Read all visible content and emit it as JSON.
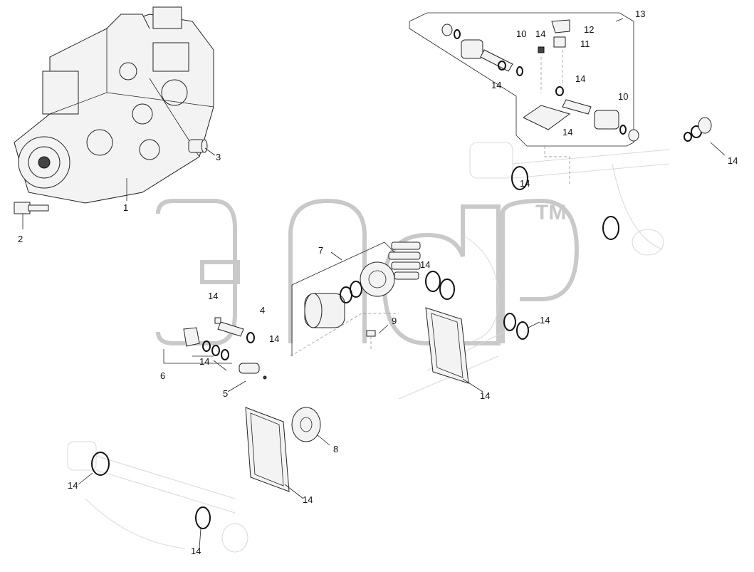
{
  "watermark": {
    "mark": "TM"
  },
  "callouts": [
    {
      "id": "c1",
      "text": "1"
    },
    {
      "id": "c2",
      "text": "2"
    },
    {
      "id": "c3",
      "text": "3"
    },
    {
      "id": "c4",
      "text": "4"
    },
    {
      "id": "c5",
      "text": "5"
    },
    {
      "id": "c6",
      "text": "6"
    },
    {
      "id": "c7",
      "text": "7"
    },
    {
      "id": "c8",
      "text": "8"
    },
    {
      "id": "c9",
      "text": "9"
    },
    {
      "id": "c10a",
      "text": "10"
    },
    {
      "id": "c10b",
      "text": "10"
    },
    {
      "id": "c11",
      "text": "11"
    },
    {
      "id": "c12",
      "text": "12"
    },
    {
      "id": "c13",
      "text": "13"
    },
    {
      "id": "c14a",
      "text": "14"
    },
    {
      "id": "c14b",
      "text": "14"
    },
    {
      "id": "c14c",
      "text": "14"
    },
    {
      "id": "c14d",
      "text": "14"
    },
    {
      "id": "c14e",
      "text": "14"
    },
    {
      "id": "c14f",
      "text": "14"
    },
    {
      "id": "c14g",
      "text": "14"
    },
    {
      "id": "c14h",
      "text": "14"
    },
    {
      "id": "c14i",
      "text": "14"
    },
    {
      "id": "c14j",
      "text": "14"
    },
    {
      "id": "c14k",
      "text": "14"
    },
    {
      "id": "c14l",
      "text": "14"
    },
    {
      "id": "c14m",
      "text": "14"
    },
    {
      "id": "c14n",
      "text": "14"
    },
    {
      "id": "c14o",
      "text": "14"
    }
  ]
}
